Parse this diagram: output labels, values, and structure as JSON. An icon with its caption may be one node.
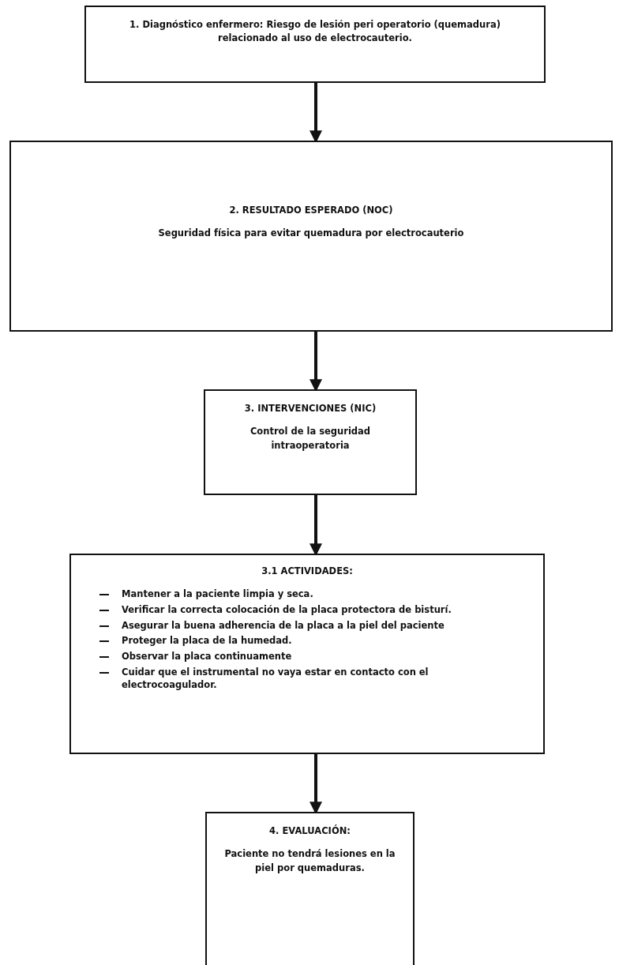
{
  "diagram": {
    "nodes": [
      {
        "text": [
          "1. Diagnóstico enfermero: Riesgo de lesión peri operatorio (quemadura) relacionado al uso de electrocauterio."
        ]
      },
      {
        "text": [
          "2. RESULTADO ESPERADO (NOC)",
          "Seguridad física para evitar quemadura por electrocauterio"
        ]
      },
      {
        "text": [
          "3. INTERVENCIONES (NIC)",
          "Control de la seguridad intraoperatoria"
        ]
      },
      {
        "text": [
          "3.1 ACTIVIDADES:",
          "Mantener a la paciente limpia y seca.",
          "Verificar la correcta colocación de la placa protectora de bisturí.",
          "Asegurar la buena adherencia de la placa a la piel del paciente",
          "Proteger la placa de la humedad.",
          "Observar la placa continuamente",
          "Cuidar que el instrumental no vaya estar en contacto con el electrocoagulador."
        ]
      },
      {
        "text": [
          "4. EVALUACIÓN:",
          "Paciente no tendrá lesiones en la piel por quemaduras."
        ]
      }
    ],
    "edges": [
      {
        "from": 0,
        "to": 1,
        "arrow": "to"
      },
      {
        "from": 1,
        "to": 2,
        "arrow": "to"
      },
      {
        "from": 2,
        "to": 3,
        "arrow": "to"
      },
      {
        "from": 3,
        "to": 4,
        "arrow": "to"
      }
    ]
  }
}
